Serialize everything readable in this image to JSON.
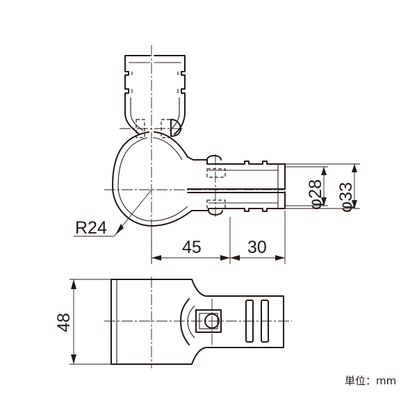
{
  "dimensions": {
    "radius": "R24",
    "length_a": "45",
    "length_b": "30",
    "inner_diameter": "φ28",
    "outer_diameter": "φ33",
    "width": "48"
  },
  "unit_note": "単位：mm"
}
